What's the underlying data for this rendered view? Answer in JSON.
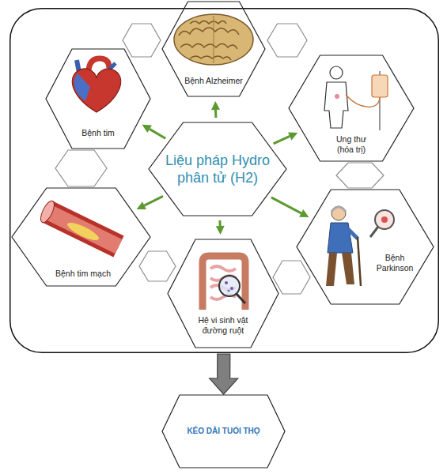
{
  "diagram": {
    "nodes": [
      {
        "text": []
      },
      {
        "text": [
          "Bệnh Alzheimer"
        ],
        "in": 0
      },
      {
        "text": [
          "Bệnh tim"
        ],
        "in": 0
      },
      {
        "text": [
          "Liệu pháp Hydro phân tử (H2)"
        ],
        "in": 0
      },
      {
        "text": [
          "Ung thư (hóa trị)"
        ],
        "in": 0
      },
      {
        "text": [
          "Bệnh tim mạch"
        ],
        "in": 0
      },
      {
        "text": [
          "Bệnh Parkinson"
        ],
        "in": 0
      },
      {
        "text": [
          "Hệ vi sinh vật đường ruột"
        ],
        "in": 0
      },
      {
        "text": [
          "KÉO DÀI TUỔI THỌ"
        ]
      }
    ],
    "edges": [
      {
        "from": 3,
        "to": 1,
        "arrow": "to"
      },
      {
        "from": 3,
        "to": 2,
        "arrow": "to"
      },
      {
        "from": 3,
        "to": 4,
        "arrow": "to"
      },
      {
        "from": 3,
        "to": 5,
        "arrow": "to"
      },
      {
        "from": 3,
        "to": 6,
        "arrow": "to"
      },
      {
        "from": 3,
        "to": 7,
        "arrow": "to"
      },
      {
        "from": 0,
        "to": 8,
        "arrow": "to"
      }
    ]
  }
}
